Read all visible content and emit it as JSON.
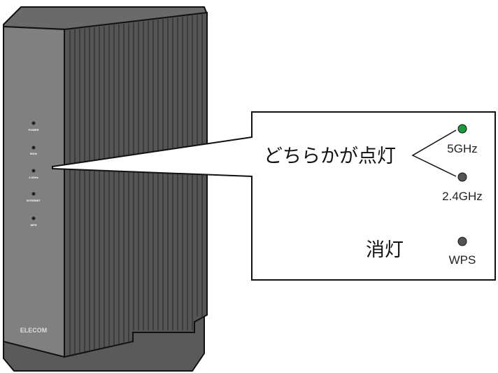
{
  "device": {
    "brand": "ELECOM",
    "leds": [
      {
        "label": "POWER"
      },
      {
        "label": "5GHz"
      },
      {
        "label": "2.4GHz"
      },
      {
        "label": "INTERNET"
      },
      {
        "label": "WPS"
      }
    ]
  },
  "callout": {
    "either_lit": "どちらかが点灯",
    "off": "消灯",
    "indicators": [
      {
        "label": "5GHz",
        "color": "#1a9a3a"
      },
      {
        "label": "2.4GHz",
        "color": "#555555"
      },
      {
        "label": "WPS",
        "color": "#555555"
      }
    ]
  }
}
